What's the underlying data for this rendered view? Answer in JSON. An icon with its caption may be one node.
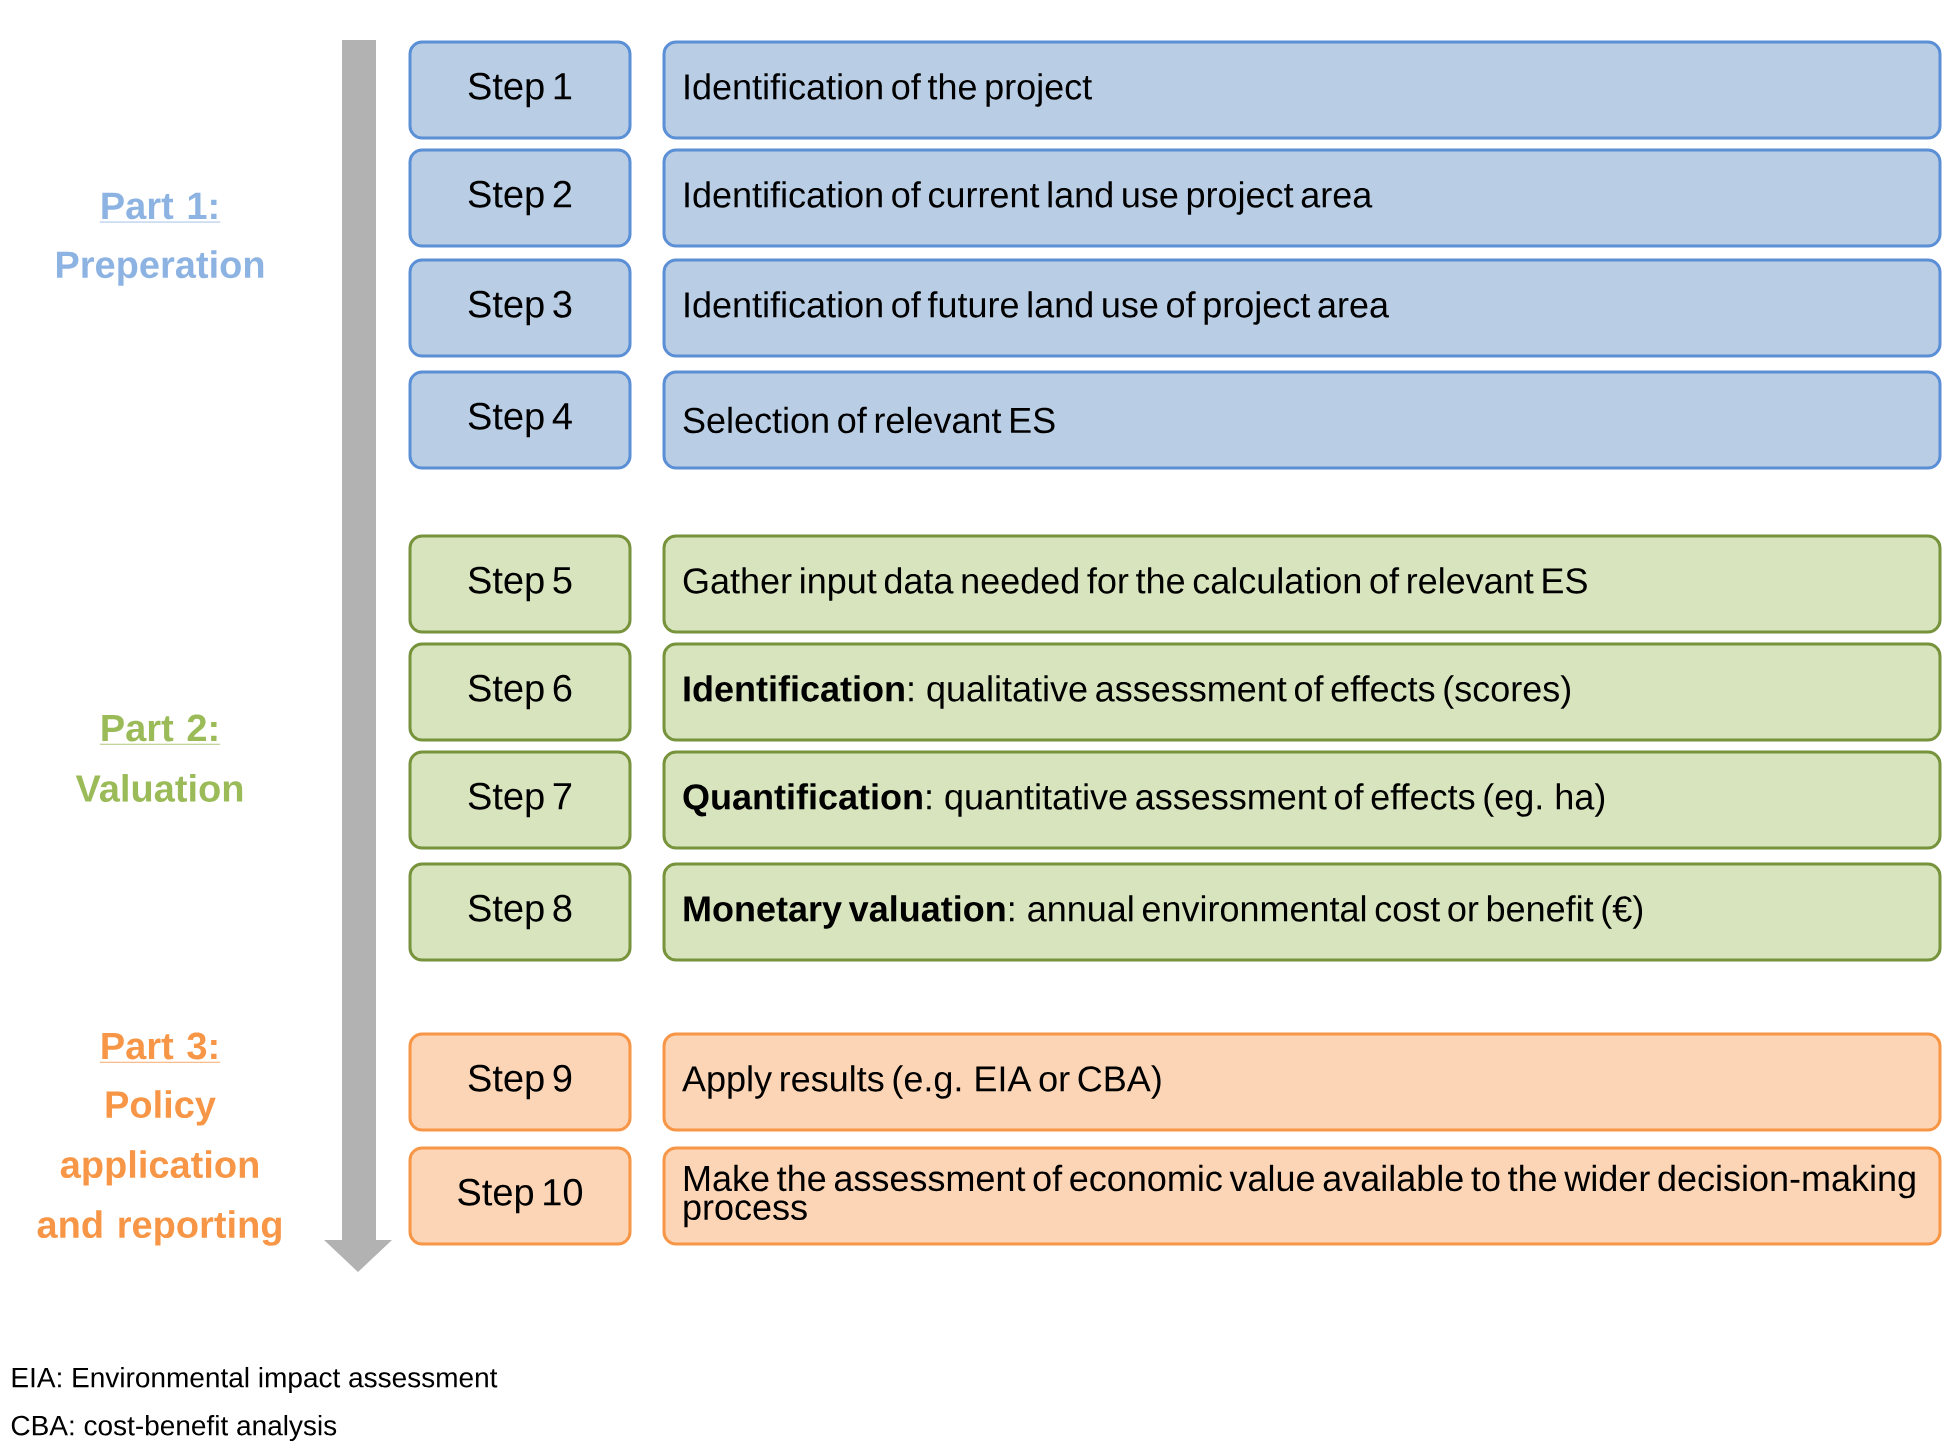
{
  "diagram": {
    "nodes": [
      {
        "text": [
          "Step 1"
        ]
      },
      {
        "text": [
          "Identification of the project"
        ]
      },
      {
        "text": [
          "Step 2"
        ]
      },
      {
        "text": [
          "Identification of current land use project area"
        ]
      },
      {
        "text": [
          "Step 3"
        ]
      },
      {
        "text": [
          "Identification of future land use of project area"
        ]
      },
      {
        "text": [
          "Step 4"
        ]
      },
      {
        "text": [
          "Selection of relevant ES"
        ]
      },
      {
        "text": [
          "Step 5"
        ]
      },
      {
        "text": [
          "Gather input data needed for the calculation of relevant ES"
        ]
      },
      {
        "text": [
          "Step 6"
        ]
      },
      {
        "text": [
          "**Identification**: qualitative assessment of effects (scores)"
        ]
      },
      {
        "text": [
          "Step 7"
        ]
      },
      {
        "text": [
          "**Quantification**: quantitative assessment of effects (eg. ha)"
        ]
      },
      {
        "text": [
          "Step 8"
        ]
      },
      {
        "text": [
          "**Monetary valuation**: annual environmental cost or benefit (€)"
        ]
      },
      {
        "text": [
          "Step 9"
        ]
      },
      {
        "text": [
          "Apply results (e.g. EIA or CBA)"
        ]
      },
      {
        "text": [
          "Step 10"
        ]
      },
      {
        "text": [
          "Make the assessment of economic value available to the wider decision-making process"
        ]
      }
    ],
    "edges": [],
    "labels": [
      "Part 1:",
      "Preperation",
      "Part 2:",
      "Valuation",
      "Part 3:",
      "Policy application and reporting",
      "EIA: Environmental impact assessment",
      "CBA: cost-benefit analysis"
    ]
  }
}
